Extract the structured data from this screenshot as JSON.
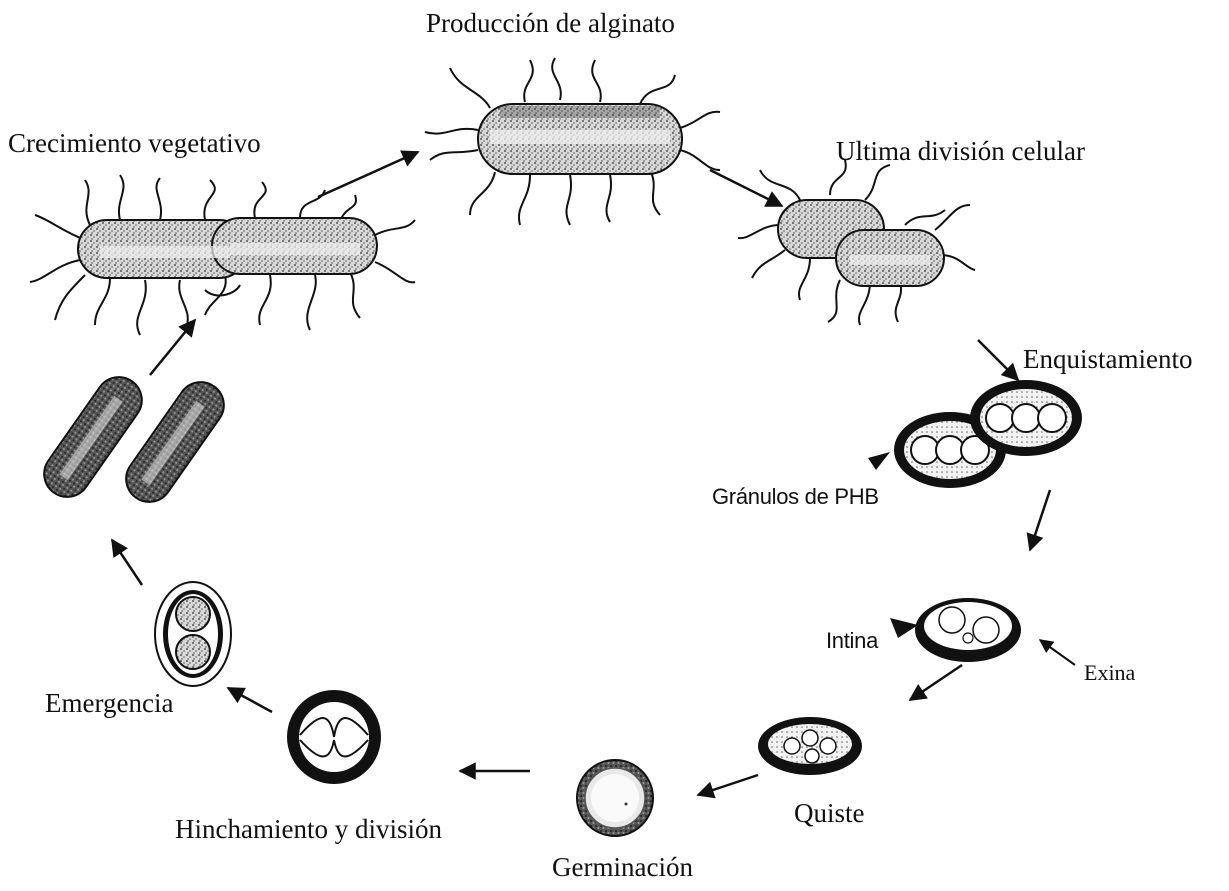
{
  "title": "",
  "labels": {
    "alginate": "Producción de alginato",
    "vegetative": "Crecimiento vegetativo",
    "last_division": "Ultima división celular",
    "encystment": "Enquistamiento",
    "phb": "Gránulos de PHB",
    "intina": "Intina",
    "exina": "Exina",
    "cyst": "Quiste",
    "germination": "Germinación",
    "swelling": "Hinchamiento y división",
    "emergence": "Emergencia"
  },
  "colors": {
    "ink": "#111111",
    "background": "#ffffff",
    "cell_shade": "#8a8a8a"
  }
}
